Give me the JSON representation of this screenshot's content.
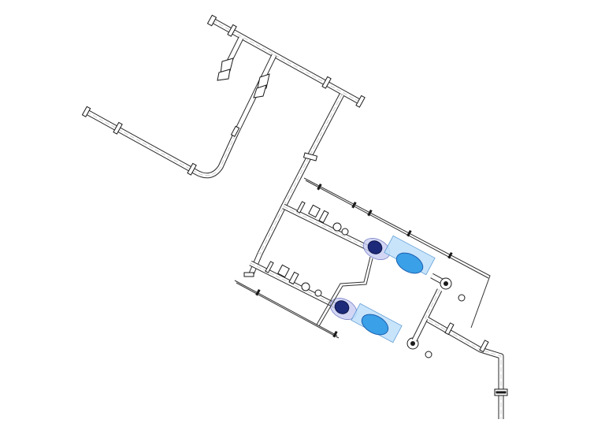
{
  "drawing": {
    "type": "piping-isometric",
    "annotations": [],
    "colors": {
      "line": "#2a2a2a",
      "motor": "#3aa0e8",
      "motor_glow": "#bfe0fb",
      "pump": "#1d2a7a",
      "pump_glow": "#c8ccf2",
      "background": "#ffffff"
    },
    "equipment": [
      {
        "name": "pump-1",
        "kind": "centrifugal-pump"
      },
      {
        "name": "motor-1",
        "kind": "electric-motor"
      },
      {
        "name": "pump-2",
        "kind": "centrifugal-pump"
      },
      {
        "name": "motor-2",
        "kind": "electric-motor"
      }
    ]
  }
}
